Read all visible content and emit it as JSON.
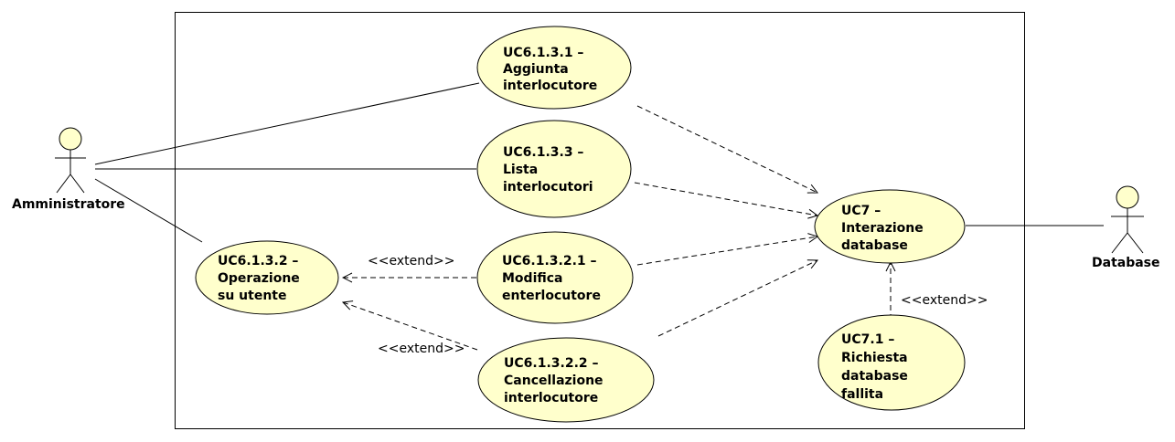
{
  "colors": {
    "use_case_fill": "#FFFFCC",
    "actor_fill": "#FFFFCC",
    "stroke": "#000000"
  },
  "actors": {
    "admin": {
      "label": "Amministratore"
    },
    "database": {
      "label": "Database"
    }
  },
  "use_cases": {
    "uc6131": {
      "lines": [
        "UC6.1.3.1 –",
        "Aggiunta",
        "interlocutore"
      ]
    },
    "uc6133": {
      "lines": [
        "UC6.1.3.3 –",
        "Lista",
        "interlocutori"
      ]
    },
    "uc6132": {
      "lines": [
        "UC6.1.3.2 –",
        "Operazione",
        "su utente"
      ]
    },
    "uc61321": {
      "lines": [
        "UC6.1.3.2.1 –",
        "Modifica",
        "enterlocutore"
      ]
    },
    "uc61322": {
      "lines": [
        "UC6.1.3.2.2 –",
        "Cancellazione",
        "interlocutore"
      ]
    },
    "uc7": {
      "lines": [
        "UC7 –",
        "Interazione",
        "database"
      ]
    },
    "uc71": {
      "lines": [
        "UC7.1 –",
        "Richiesta",
        "database",
        "fallita"
      ]
    }
  },
  "stereotypes": {
    "extend": "<<extend>>"
  }
}
